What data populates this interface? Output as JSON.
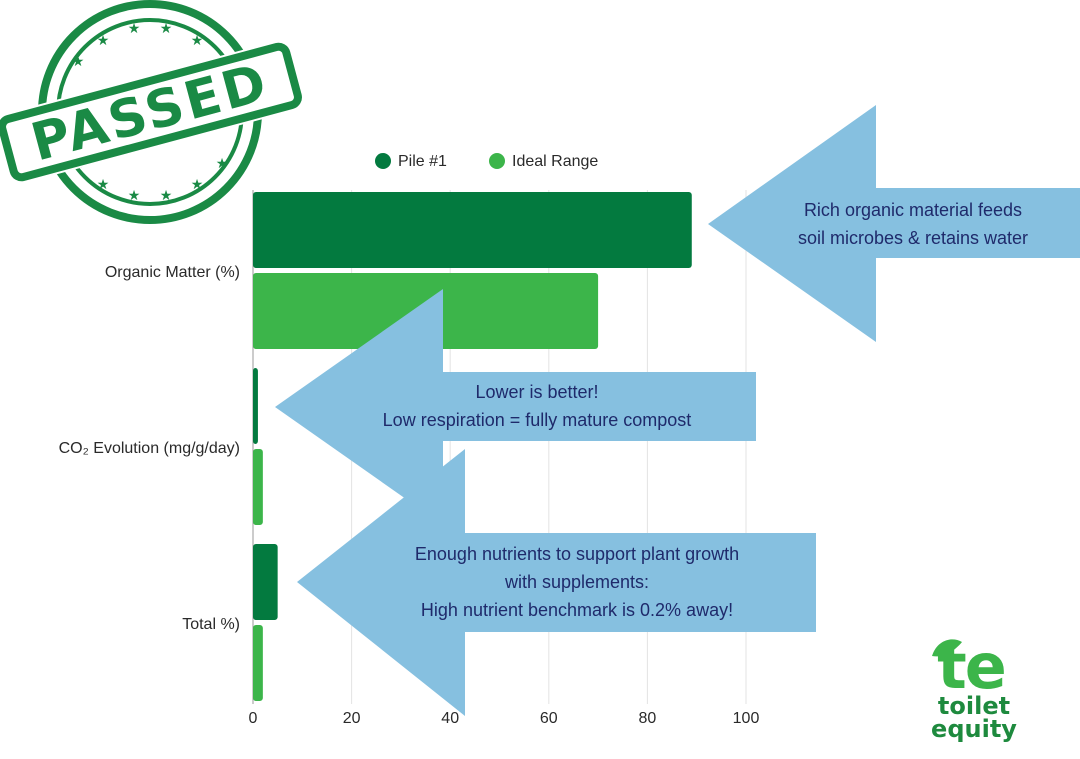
{
  "chart_data": {
    "type": "bar",
    "orientation": "horizontal",
    "categories": [
      "Organic Matter (%)",
      "CO₂ Evolution (mg/g/day)",
      "Total %)"
    ],
    "series": [
      {
        "name": "Pile #1",
        "values": [
          89,
          1,
          5
        ]
      },
      {
        "name": "Ideal Range",
        "values": [
          70,
          2,
          2
        ]
      }
    ],
    "xlim": [
      0,
      120
    ],
    "xticks": [
      0,
      20,
      40,
      60,
      80,
      100
    ],
    "grid": true,
    "legend_position": "top"
  },
  "colors": {
    "pile": "#037a3f",
    "ideal": "#3cb54a",
    "callout": "#86c0e0",
    "callout_text": "#1f2a6b",
    "stamp": "#1a8a45",
    "logo": "#3cb54a",
    "logo_text": "#1e8a3e"
  },
  "callouts": [
    {
      "lines": [
        "Rich organic material feeds",
        "soil microbes & retains water"
      ]
    },
    {
      "lines": [
        "Lower is better!",
        "Low respiration = fully mature compost"
      ]
    },
    {
      "lines": [
        "Enough nutrients to support plant growth",
        "with supplements:",
        "High nutrient benchmark is 0.2% away!"
      ]
    }
  ],
  "stamp": {
    "text": "PASSED"
  },
  "logo": {
    "mark": "te",
    "line1": "toilet",
    "line2": "equity"
  }
}
